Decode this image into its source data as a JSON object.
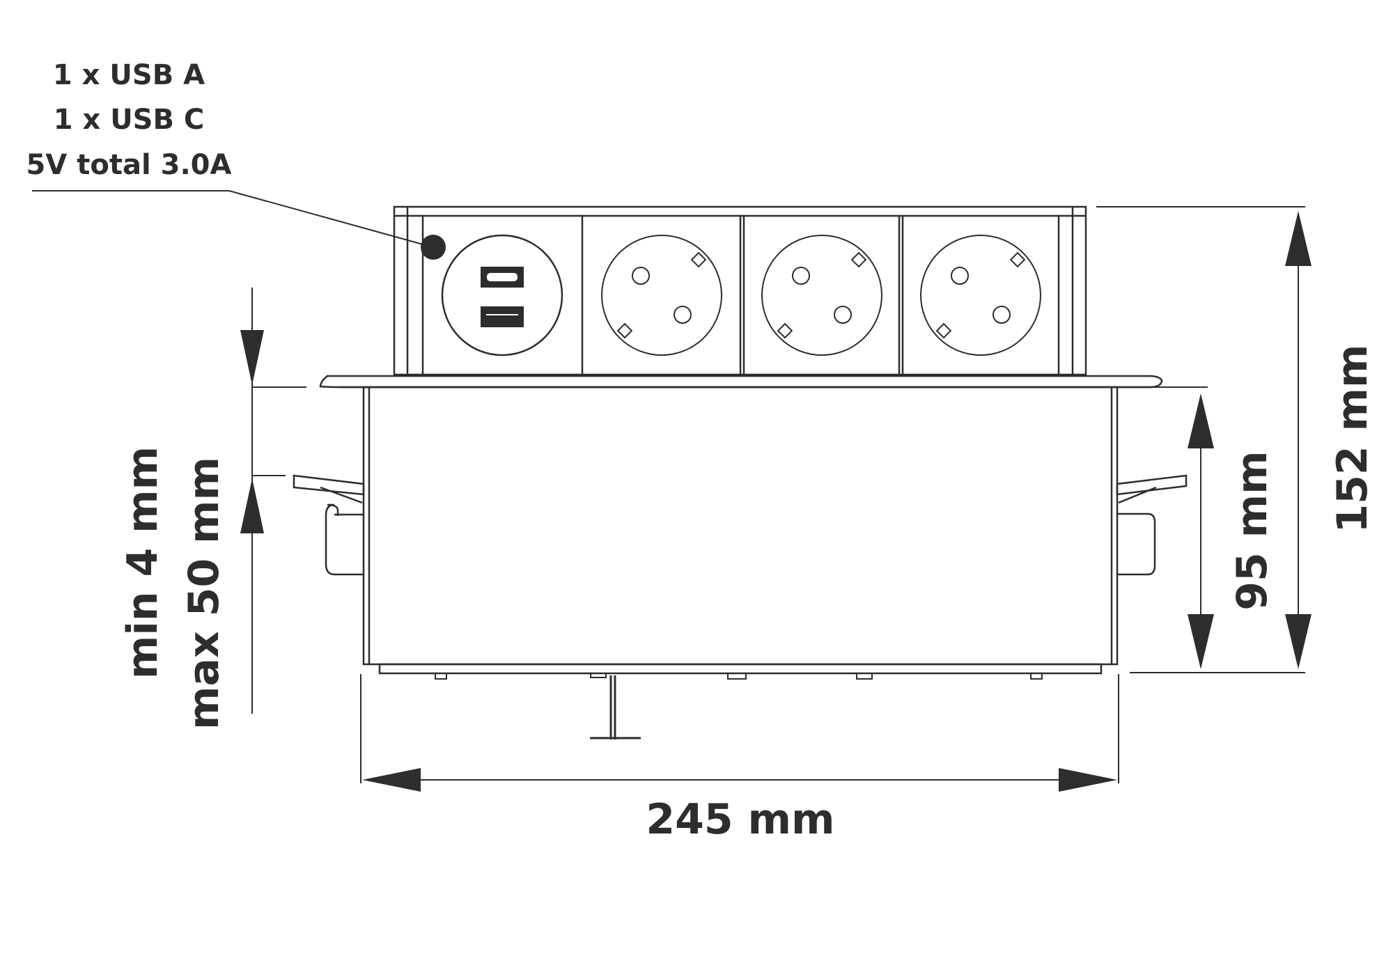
{
  "callout": {
    "line1": "1 x USB A",
    "line2": "1 x USB C",
    "line3": "5V total 3.0A"
  },
  "dimensions": {
    "width": "245 mm",
    "total_height": "152 mm",
    "body_height": "95 mm",
    "thickness_min": "min 4 mm",
    "thickness_max": "max 50 mm"
  },
  "modules": {
    "usb_module": {
      "ports": [
        "usb-c-port",
        "usb-a-port"
      ]
    },
    "sockets_count": 3
  },
  "colors": {
    "line": "#2d2d2d",
    "background": "#ffffff"
  }
}
